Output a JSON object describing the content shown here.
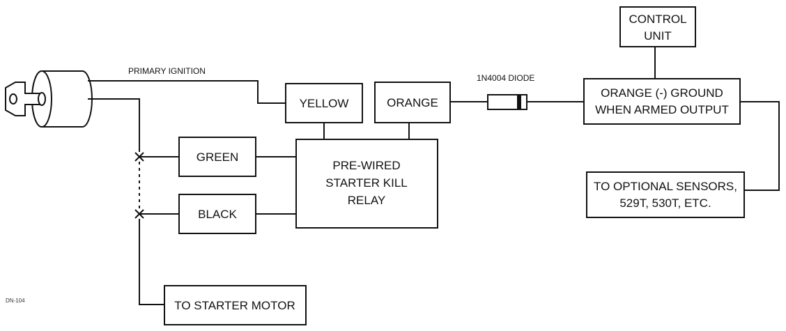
{
  "diagram": {
    "labels": {
      "primary_ignition": "PRIMARY IGNITION",
      "diode": "1N4004 DIODE",
      "figure_code": "DN-104"
    },
    "boxes": {
      "yellow": "YELLOW",
      "orange": "ORANGE",
      "green": "GREEN",
      "black": "BLACK",
      "relay": [
        "PRE-WIRED",
        "STARTER KILL",
        "RELAY"
      ],
      "starter_motor": "TO STARTER MOTOR",
      "control_unit": [
        "CONTROL",
        "UNIT"
      ],
      "ground_output": [
        "ORANGE (-) GROUND",
        "WHEN ARMED OUTPUT"
      ],
      "optional_sensors": [
        "TO OPTIONAL SENSORS,",
        "529T, 530T, ETC."
      ]
    },
    "colors": {
      "line": "#111111",
      "background": "#ffffff"
    }
  }
}
